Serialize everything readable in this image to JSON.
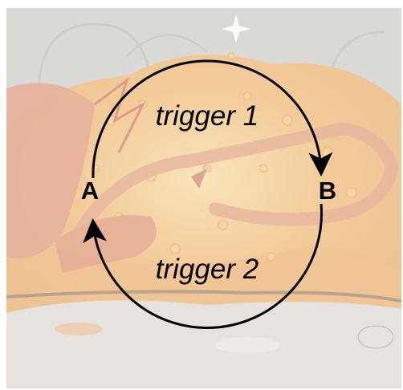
{
  "diagram": {
    "nodes": [
      {
        "id": "A",
        "label": "A"
      },
      {
        "id": "B",
        "label": "B"
      }
    ],
    "edges": [
      {
        "from": "A",
        "to": "B",
        "label": "trigger 1"
      },
      {
        "from": "B",
        "to": "A",
        "label": "trigger 2"
      }
    ]
  },
  "background": {
    "description_icon": "dragon-treasure-illustration",
    "palette": {
      "wall": "#d9d6d2",
      "gold_light": "#f6dcae",
      "gold": "#f2c58f",
      "orange": "#eeb07e",
      "dragon": "#e0a58f",
      "floor": "#e3e0dd"
    }
  }
}
